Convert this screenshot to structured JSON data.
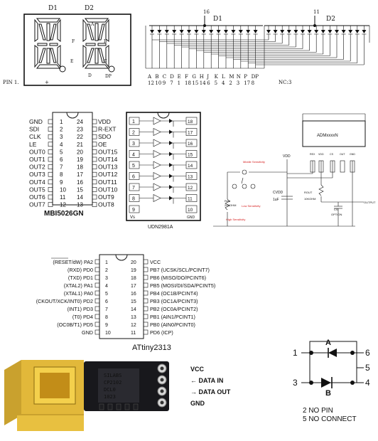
{
  "display_panel": {
    "digit_labels": [
      "D1",
      "D2"
    ],
    "pin_label": "PIN 1.",
    "plus_label": "+",
    "segment_letters": [
      "A",
      "B",
      "C",
      "D",
      "E",
      "F",
      "DP"
    ],
    "common_pins": [
      "16",
      "11"
    ],
    "bank_labels": [
      "D1",
      "D2"
    ],
    "seg_names": [
      "A",
      "B",
      "C",
      "D",
      "E",
      "F",
      "G",
      "H",
      "J",
      "K",
      "L",
      "M",
      "N",
      "P",
      "DP"
    ],
    "seg_pins": [
      "12",
      "10",
      "9",
      "7",
      "1",
      "18",
      "15",
      "14",
      "6",
      "5",
      "4",
      "2",
      "3",
      "17",
      "8"
    ],
    "nc_label": "NC:3"
  },
  "mbi": {
    "title": "MBI5026GN",
    "left_pins": [
      {
        "num": "1",
        "name": "GND"
      },
      {
        "num": "2",
        "name": "SDI"
      },
      {
        "num": "3",
        "name": "CLK"
      },
      {
        "num": "4",
        "name": "LE"
      },
      {
        "num": "5",
        "name": "OUT0"
      },
      {
        "num": "6",
        "name": "OUT1"
      },
      {
        "num": "7",
        "name": "OUT2"
      },
      {
        "num": "8",
        "name": "OUT3"
      },
      {
        "num": "9",
        "name": "OUT4"
      },
      {
        "num": "10",
        "name": "OUT5"
      },
      {
        "num": "11",
        "name": "OUT6"
      },
      {
        "num": "12",
        "name": "OUT7"
      }
    ],
    "right_pins": [
      {
        "num": "24",
        "name": "VDD"
      },
      {
        "num": "23",
        "name": "R-EXT"
      },
      {
        "num": "22",
        "name": "SDO"
      },
      {
        "num": "21",
        "name": "OE"
      },
      {
        "num": "20",
        "name": "OUT15"
      },
      {
        "num": "19",
        "name": "OUT14"
      },
      {
        "num": "18",
        "name": "OUT13"
      },
      {
        "num": "17",
        "name": "OUT12"
      },
      {
        "num": "16",
        "name": "OUT11"
      },
      {
        "num": "15",
        "name": "OUT10"
      },
      {
        "num": "14",
        "name": "OUT9"
      },
      {
        "num": "13",
        "name": "OUT8"
      }
    ]
  },
  "udn": {
    "title": "UDN2981A",
    "left_pins": [
      "1",
      "2",
      "3",
      "4",
      "5",
      "6",
      "7",
      "8",
      "9"
    ],
    "right_pins": [
      "18",
      "17",
      "16",
      "15",
      "14",
      "13",
      "12",
      "11",
      "10"
    ],
    "vs_label": "Vs",
    "gnd_label": "GND"
  },
  "sensor": {
    "part": "ADMxxxxN",
    "vdd": "VDD",
    "mid_sens": "Middle Sensitivity",
    "low_sens": "Low Sensitivity",
    "high_sens": "High Sensitivity",
    "rext": "Rext",
    "rext_val": "24KOHM",
    "cvdd": "CVDD",
    "cvdd_val": "1uF",
    "rout": "ROUT",
    "rout_val": "10KOHM",
    "cs": "CS",
    "cs_opt": "OPTION",
    "output": "OUTPUT",
    "pin_labels": [
      "REX",
      "VDD",
      "CS",
      "OUT",
      "GND"
    ]
  },
  "attiny": {
    "title": "ATtiny2313",
    "left_pins": [
      {
        "num": "1",
        "name": "(RESET/dW) PA2"
      },
      {
        "num": "2",
        "name": "(RXD) PD0"
      },
      {
        "num": "3",
        "name": "(TXD) PD1"
      },
      {
        "num": "4",
        "name": "(XTAL2) PA1"
      },
      {
        "num": "5",
        "name": "(XTAL1) PA0"
      },
      {
        "num": "6",
        "name": "(CKOUT/XCK/INT0) PD2"
      },
      {
        "num": "7",
        "name": "(INT1) PD3"
      },
      {
        "num": "8",
        "name": "(T0) PD4"
      },
      {
        "num": "9",
        "name": "(OC0B/T1) PD5"
      },
      {
        "num": "10",
        "name": "GND"
      }
    ],
    "right_pins": [
      {
        "num": "20",
        "name": "VCC"
      },
      {
        "num": "19",
        "name": "PB7 (UCSK/SCL/PCINT7)"
      },
      {
        "num": "18",
        "name": "PB6 (MISO/DO/PCINT6)"
      },
      {
        "num": "17",
        "name": "PB5 (MOSI/DI/SDA/PCINT5)"
      },
      {
        "num": "16",
        "name": "PB4 (OC1B/PCINT4)"
      },
      {
        "num": "15",
        "name": "PB3 (OC1A/PCINT3)"
      },
      {
        "num": "14",
        "name": "PB2 (OC0A/PCINT2)"
      },
      {
        "num": "13",
        "name": "PB1 (AIN1/PCINT1)"
      },
      {
        "num": "12",
        "name": "PB0 (AIN0/PCINT0)"
      },
      {
        "num": "11",
        "name": "PD6 (ICP)"
      }
    ]
  },
  "board": {
    "labels": [
      {
        "text": "VCC",
        "color": "#d62020"
      },
      {
        "text": "← DATA IN",
        "color": "#2bb7b7"
      },
      {
        "text": "→ DATA OUT",
        "color": "#2bb7b7"
      },
      {
        "text": "GND",
        "color": "#111111"
      }
    ],
    "chip_text": [
      "SILABS",
      "CP2102",
      "DCL0",
      "1023"
    ]
  },
  "diode": {
    "pins": [
      "1",
      "6",
      "5",
      "3",
      "4"
    ],
    "letters": [
      "A",
      "B"
    ],
    "notes": [
      "2 NO PIN",
      "5 NO CONNECT"
    ]
  }
}
